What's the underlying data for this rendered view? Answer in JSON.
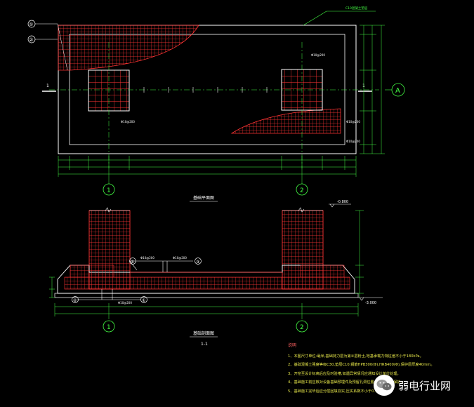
{
  "colors": {
    "background": "#000000",
    "outline": "#ffffff",
    "rebar": "#ff3333",
    "dimension": "#44ff44",
    "axis": "#44ff44",
    "annotation": "#ffffff",
    "notes": "#e8e84a"
  },
  "plan": {
    "title": "基础平面图",
    "callout_top_right": "C10混凝土垫层",
    "leader_1": "①",
    "leader_2": "②",
    "section_mark": "1",
    "axis_label_a": "A",
    "label_rebar_a": "Φ10@200",
    "label_rebar_b": "Φ10@200"
  },
  "section": {
    "title": "基础剖面图",
    "subtitle": "1-1",
    "elev_top": "-0.800",
    "elev_bottom": "-3.000",
    "label_3": "③",
    "label_1": "①",
    "label_2": "②",
    "rebar_label_a": "Φ10@200",
    "rebar_label_b": "Φ10@200",
    "rebar_label_c": "Φ10@200"
  },
  "axes": {
    "grid_1": "1",
    "grid_2": "2"
  },
  "notes": {
    "title": "说明",
    "lines": [
      "1、本图尺寸单位:毫米,基础持力层为第②层粉土,地基承载力特征值不小于180kPa。",
      "2、基础混凝土强度等级C30,垫层C10,钢筋HPB300(Φ),HRB400(Φ),保护层厚度40mm。",
      "3、开挖至设计标高后应及时验槽,如遇异常情况应通知设计单位处理。",
      "4、基础施工前应核对设备基础预埋件及预留孔洞位置,施工时注意保护。",
      "5、基础施工完毕后应分层回填夯实,压实系数不小于0.94。"
    ]
  },
  "watermark": {
    "name": "弱电行业网"
  }
}
